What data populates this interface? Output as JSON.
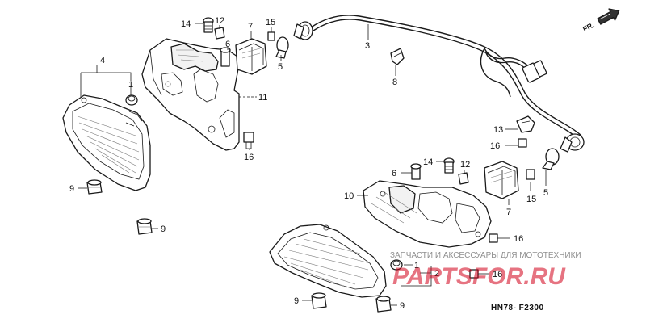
{
  "callouts": {
    "c1_left": "1",
    "c1_bottom": "1",
    "c2": "2",
    "c3": "3",
    "c4": "4",
    "c5_top": "5",
    "c5_right": "5",
    "c6_top": "6",
    "c6_bottom": "6",
    "c7_top": "7",
    "c7_bottom": "7",
    "c8": "8",
    "c9_a": "9",
    "c9_b": "9",
    "c9_c": "9",
    "c9_d": "9",
    "c10": "10",
    "c11": "11",
    "c12_top": "12",
    "c12_bottom": "12",
    "c13": "13",
    "c14_top": "14",
    "c14_bottom": "14",
    "c15_top": "15",
    "c15_right": "15",
    "c16_a": "16",
    "c16_b": "16",
    "c16_c": "16",
    "c16_d": "16"
  },
  "direction_label": "FR.",
  "diagram_code": "HN78- F2300",
  "watermark": {
    "subtitle": "ЗАПЧАСТИ И АКСЕССУАРЫ ДЛЯ МОТОТЕХНИКИ",
    "brand": "PARTSFOR.RU"
  }
}
